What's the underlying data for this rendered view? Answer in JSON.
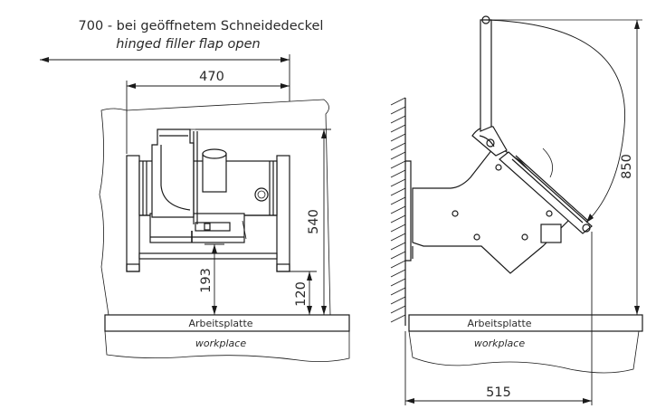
{
  "front_view": {
    "flap_note_de": "700 - bei geöffnetem Schneidedeckel",
    "flap_note_en": "hinged filler flap open",
    "width_dim": "470",
    "height_dim": "540",
    "clearance_dim": "193",
    "leg_dim": "120",
    "worktop_de": "Arbeitsplatte",
    "worktop_en": "workplace"
  },
  "side_view": {
    "height_dim": "850",
    "depth_dim": "515",
    "worktop_de": "Arbeitsplatte",
    "worktop_en": "workplace"
  }
}
